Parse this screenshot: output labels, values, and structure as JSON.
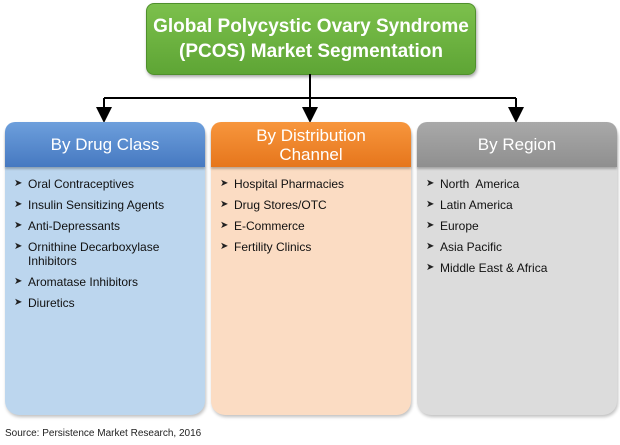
{
  "title": {
    "line1": "Global Polycystic Ovary Syndrome",
    "line2": "(PCOS) Market Segmentation"
  },
  "segments": [
    {
      "header_line1": "By Drug Class",
      "header_line2": "",
      "color": "#4f81bd",
      "items": [
        "Oral Contraceptives",
        "Insulin Sensitizing Agents",
        "Anti-Depressants",
        "Ornithine Decarboxylase Inhibitors",
        "Aromatase Inhibitors",
        "Diuretics"
      ]
    },
    {
      "header_line1": "By Distribution",
      "header_line2": "Channel",
      "color": "#f79646",
      "items": [
        "Hospital Pharmacies",
        "Drug Stores/OTC",
        "E-Commerce",
        "Fertility Clinics"
      ]
    },
    {
      "header_line1": "By Region",
      "header_line2": "",
      "color": "#a6a6a6",
      "items": [
        "North  America",
        "Latin America",
        "Europe",
        "Asia Pacific",
        "Middle East & Africa"
      ]
    }
  ],
  "bullet_icon": "arrowhead-bullet-icon",
  "source": "Source: Persistence Market Research, 2016"
}
